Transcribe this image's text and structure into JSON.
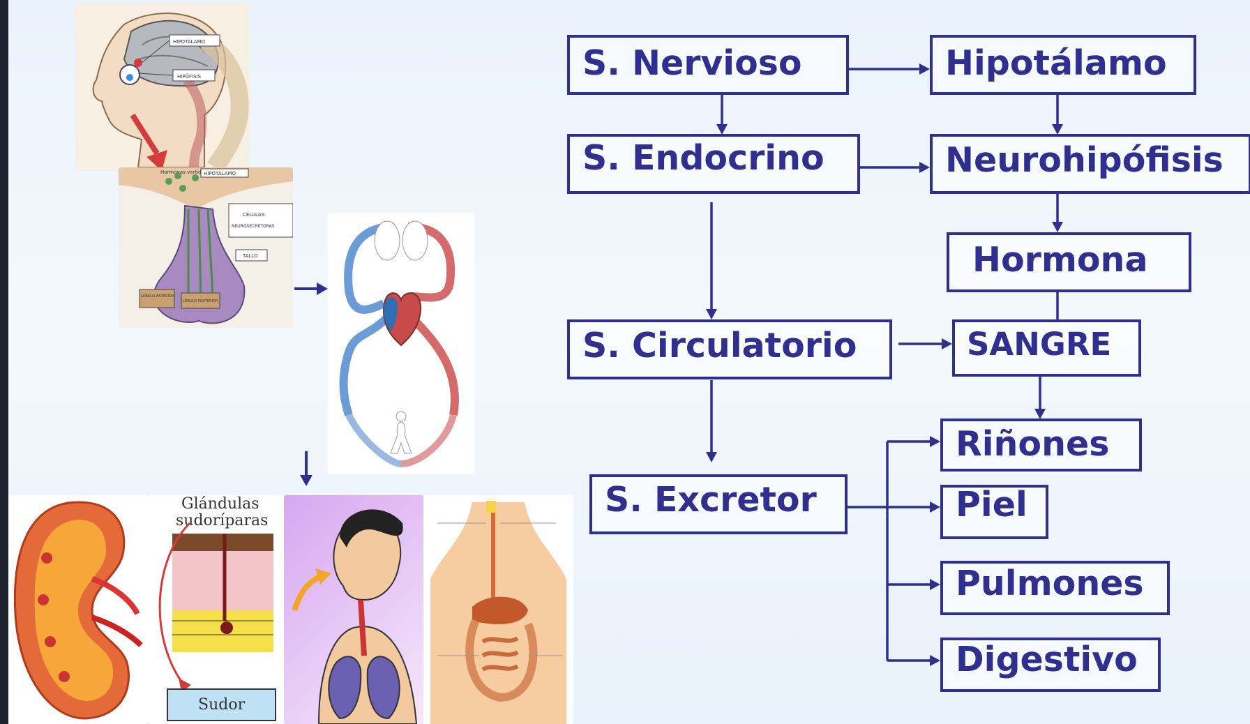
{
  "diagram": {
    "nodes": {
      "nervioso": "S. Nervioso",
      "endocrino": "S. Endocrino",
      "circulatorio": "S. Circulatorio",
      "excretor": "S. Excretor",
      "hipotalamo": "Hipotálamo",
      "neurohipofisis": "Neurohipófisis",
      "hormona": "Hormona",
      "sangre": "SANGRE",
      "rinones": "Riñones",
      "piel": "Piel",
      "pulmones": "Pulmones",
      "digestivo": "Digestivo"
    },
    "colors": {
      "primary": "#2e2f8f",
      "background": "#eef5fc"
    }
  },
  "illustrations": {
    "brain_labels": {
      "hipotalamo": "HIPOTÁLAMO",
      "hipofisis": "HIPÓFISIS"
    },
    "pituitary_labels": {
      "header": "Hormonas vertidas a la sangre",
      "hipotalamo": "HIPOTÁLAMO",
      "celulas": "CÉLULAS",
      "neurosecretoras": "NEUROSECRETORAS",
      "tallo": "TALLO",
      "lobulo_anterior": "LÓBULO ANTERIOR",
      "lobulo_posterior": "LÓBULO POSTERIOR"
    },
    "skin": {
      "title_line1": "Glándulas",
      "title_line2": "sudoríparas",
      "sudor": "Sudor"
    }
  }
}
